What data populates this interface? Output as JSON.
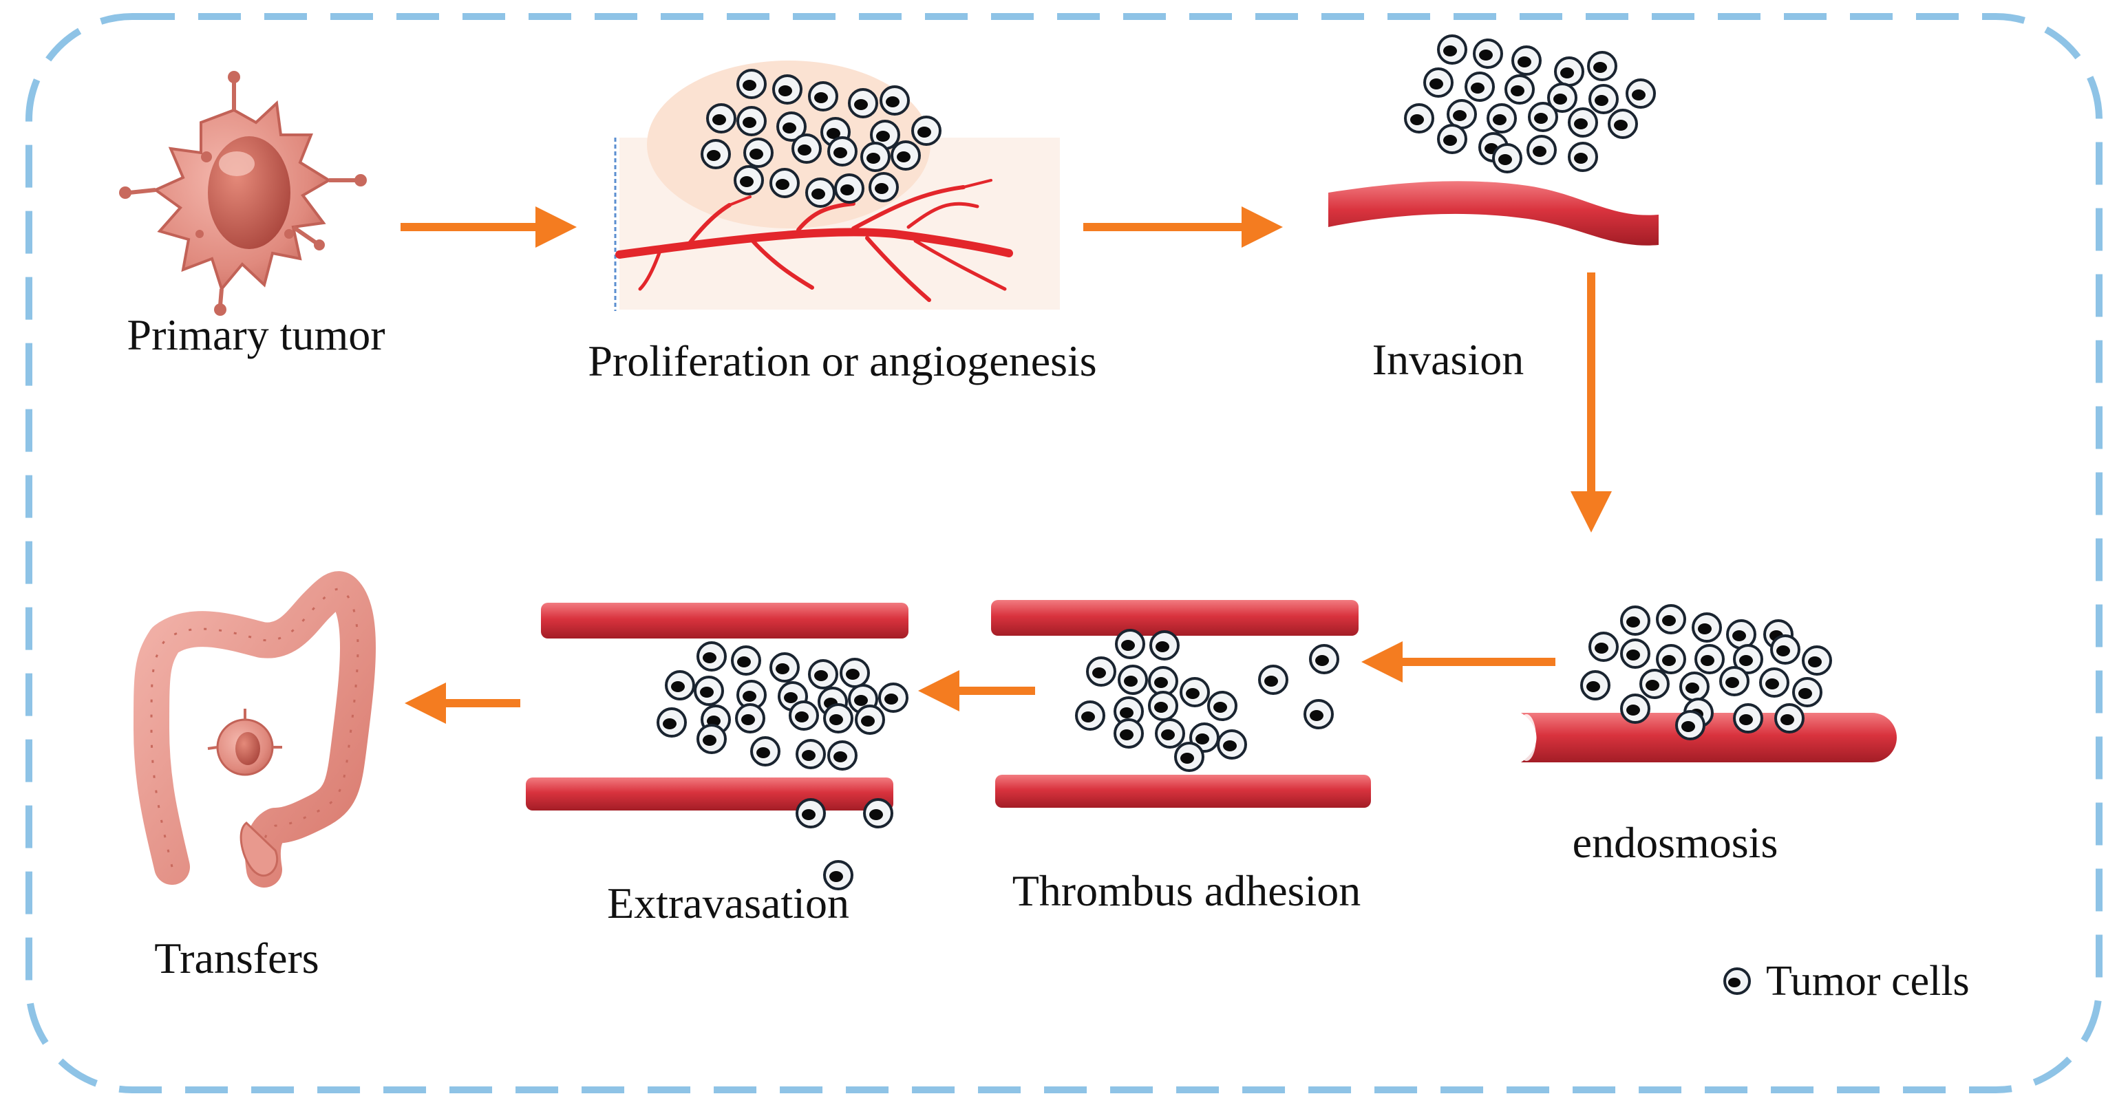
{
  "colors": {
    "frame": "#8ec3e6",
    "arrow": "#f47c20",
    "vessel": "#d9333e",
    "vessel_dark": "#a31d26",
    "vessel_light": "#f27b80",
    "branch": "#e3262b",
    "cell_fill": "#f2f4f6",
    "cell_stroke": "#1a2430",
    "cell_nucleus": "#0a0a0a",
    "tumor": "#d9786e",
    "tumor_light": "#f0aaa0",
    "prolif_blob": "#fbe2d2",
    "colon": "#e8998e"
  },
  "stages": {
    "primary": "Primary tumor",
    "proliferation": "Proliferation or angiogenesis",
    "invasion": "Invasion",
    "endosmosis": "endosmosis",
    "thrombus": "Thrombus adhesion",
    "extravasation": "Extravasation",
    "transfers": "Transfers"
  },
  "legend": {
    "label": "Tumor cells",
    "icon": "tumor-cell-icon"
  },
  "icons": {
    "primary": "primary-tumor-icon",
    "proliferation": "angiogenesis-icon",
    "invasion": "blood-vessel-icon",
    "endosmosis": "blood-vessel-icon",
    "thrombus": "blood-vessel-icon",
    "extravasation": "blood-vessel-icon",
    "transfers": "colon-icon"
  }
}
